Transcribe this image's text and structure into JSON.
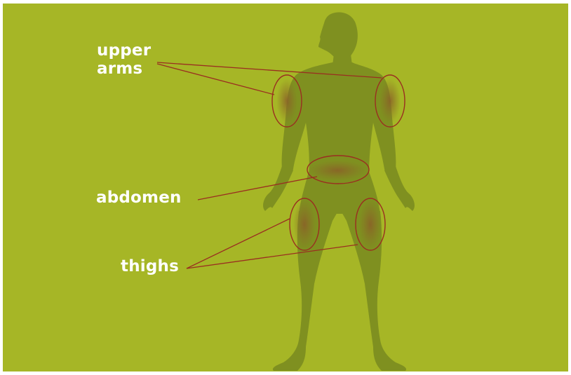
{
  "labels": {
    "upper_arms_line1": "upper",
    "upper_arms_line2": "arms",
    "abdomen": "abdomen",
    "thighs": "thighs"
  },
  "colors": {
    "background": "#a6b626",
    "body_silhouette": "#7f9020",
    "highlight_fill": "#8c6a25",
    "outline": "#9a2e20",
    "label_text": "#ffffff"
  }
}
